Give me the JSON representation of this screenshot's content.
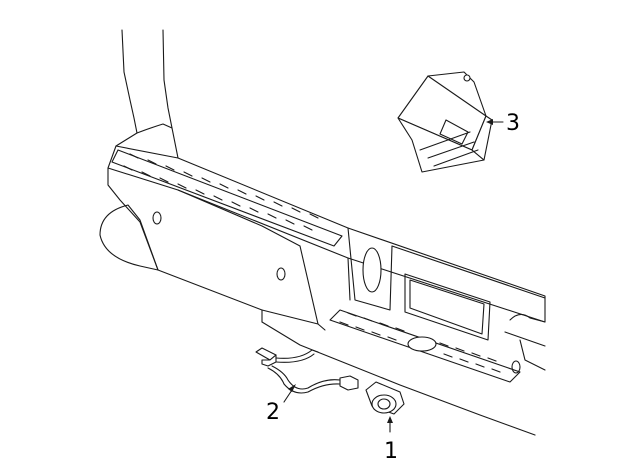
{
  "figure": {
    "background": "#ffffff",
    "line_color": "#1a1a1a",
    "callouts": [
      {
        "number": "1",
        "part": "sensor"
      },
      {
        "number": "2",
        "part": "wiring-harness"
      },
      {
        "number": "3",
        "part": "module"
      }
    ]
  }
}
